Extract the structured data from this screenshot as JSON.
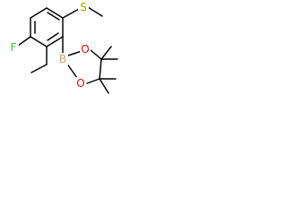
{
  "molecule": {
    "atoms": [
      {
        "id": "S1",
        "symbol": "S",
        "color": "#a6a600"
      },
      {
        "id": "F1",
        "symbol": "F",
        "color": "#33cc33"
      },
      {
        "id": "B1",
        "symbol": "B",
        "color": "#d9a060"
      },
      {
        "id": "O1",
        "symbol": "O",
        "color": "#ff0000"
      },
      {
        "id": "O2",
        "symbol": "O",
        "color": "#ff0000"
      }
    ]
  }
}
